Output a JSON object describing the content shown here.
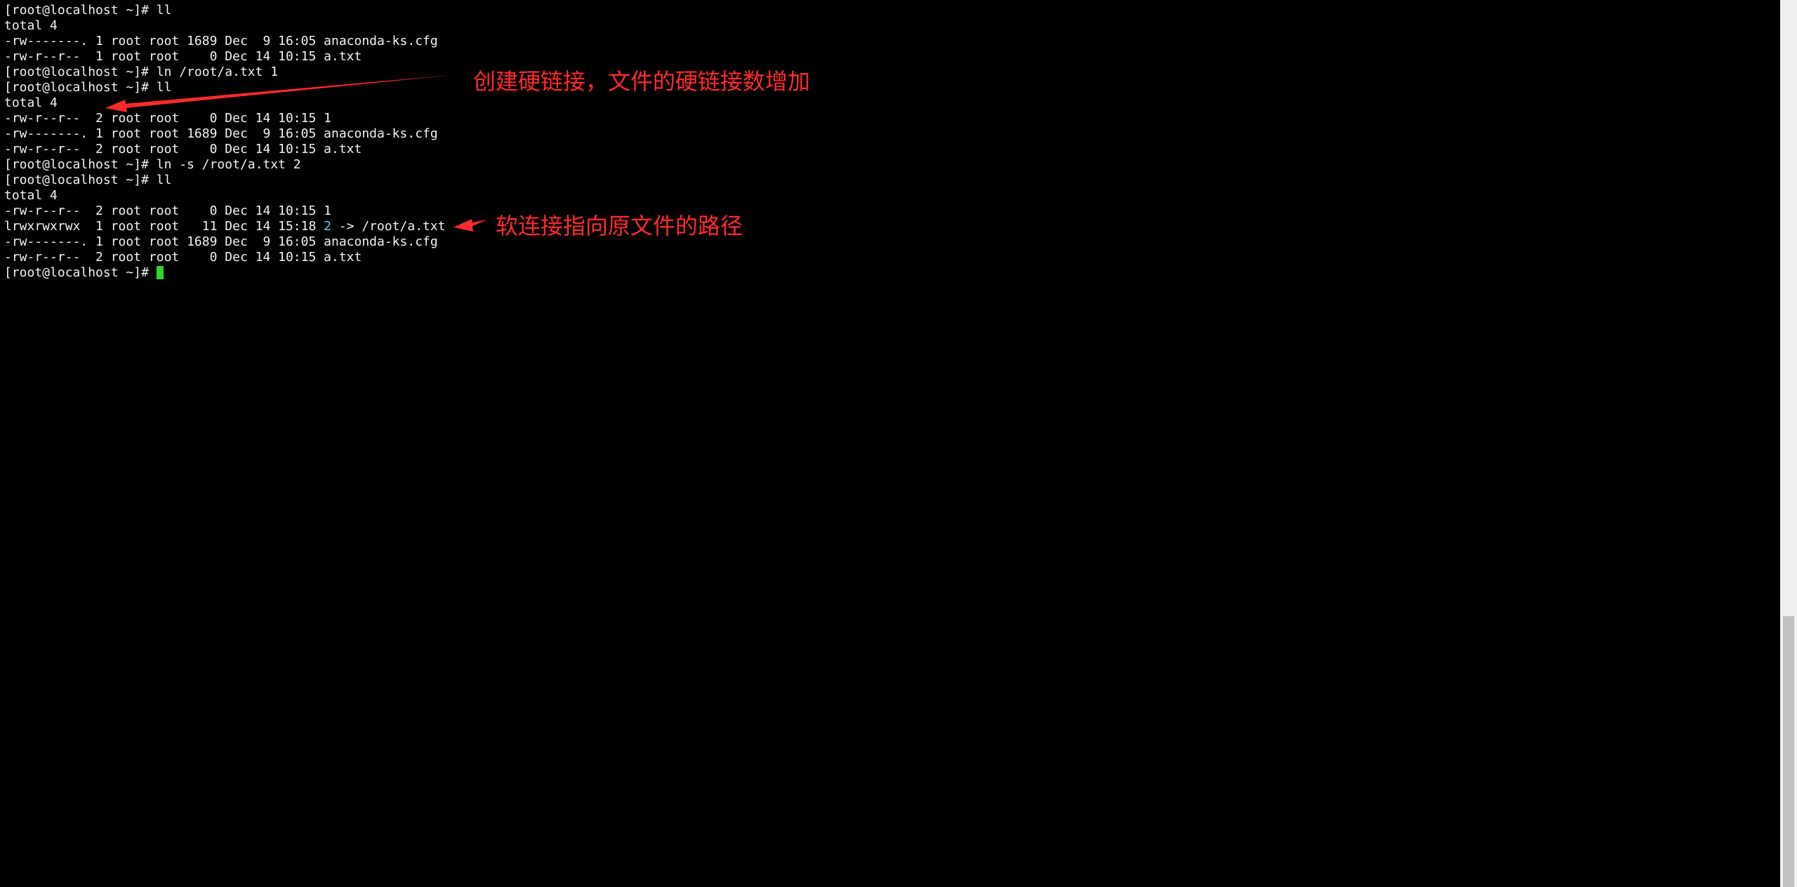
{
  "terminal": {
    "lines": [
      "[root@localhost ~]# ll",
      "total 4",
      "-rw-------. 1 root root 1689 Dec  9 16:05 anaconda-ks.cfg",
      "-rw-r--r--  1 root root    0 Dec 14 10:15 a.txt",
      "[root@localhost ~]# ln /root/a.txt 1",
      "[root@localhost ~]# ll",
      "total 4",
      "-rw-r--r--  2 root root    0 Dec 14 10:15 1",
      "-rw-------. 1 root root 1689 Dec  9 16:05 anaconda-ks.cfg",
      "-rw-r--r--  2 root root    0 Dec 14 10:15 a.txt",
      "[root@localhost ~]# ln -s /root/a.txt 2",
      "[root@localhost ~]# ll",
      "total 4",
      "-rw-r--r--  2 root root    0 Dec 14 10:15 1",
      "-rw-------. 1 root root 1689 Dec  9 16:05 anaconda-ks.cfg",
      "-rw-r--r--  2 root root    0 Dec 14 10:15 a.txt"
    ],
    "symlink_line": {
      "prefix": "lrwxrwxrwx  1 root root   11 Dec 14 15:18 ",
      "name": "2",
      "target": " -> /root/a.txt"
    },
    "prompt": "[root@localhost ~]# "
  },
  "annotations": {
    "hard_link": "创建硬链接，文件的硬链接数增加",
    "soft_link": "软连接指向原文件的路径"
  },
  "colors": {
    "background": "#000000",
    "text": "#f2f2f2",
    "cursor": "#2bd62b",
    "symlink": "#5ad6e6",
    "annotation": "#ff2b2b"
  }
}
